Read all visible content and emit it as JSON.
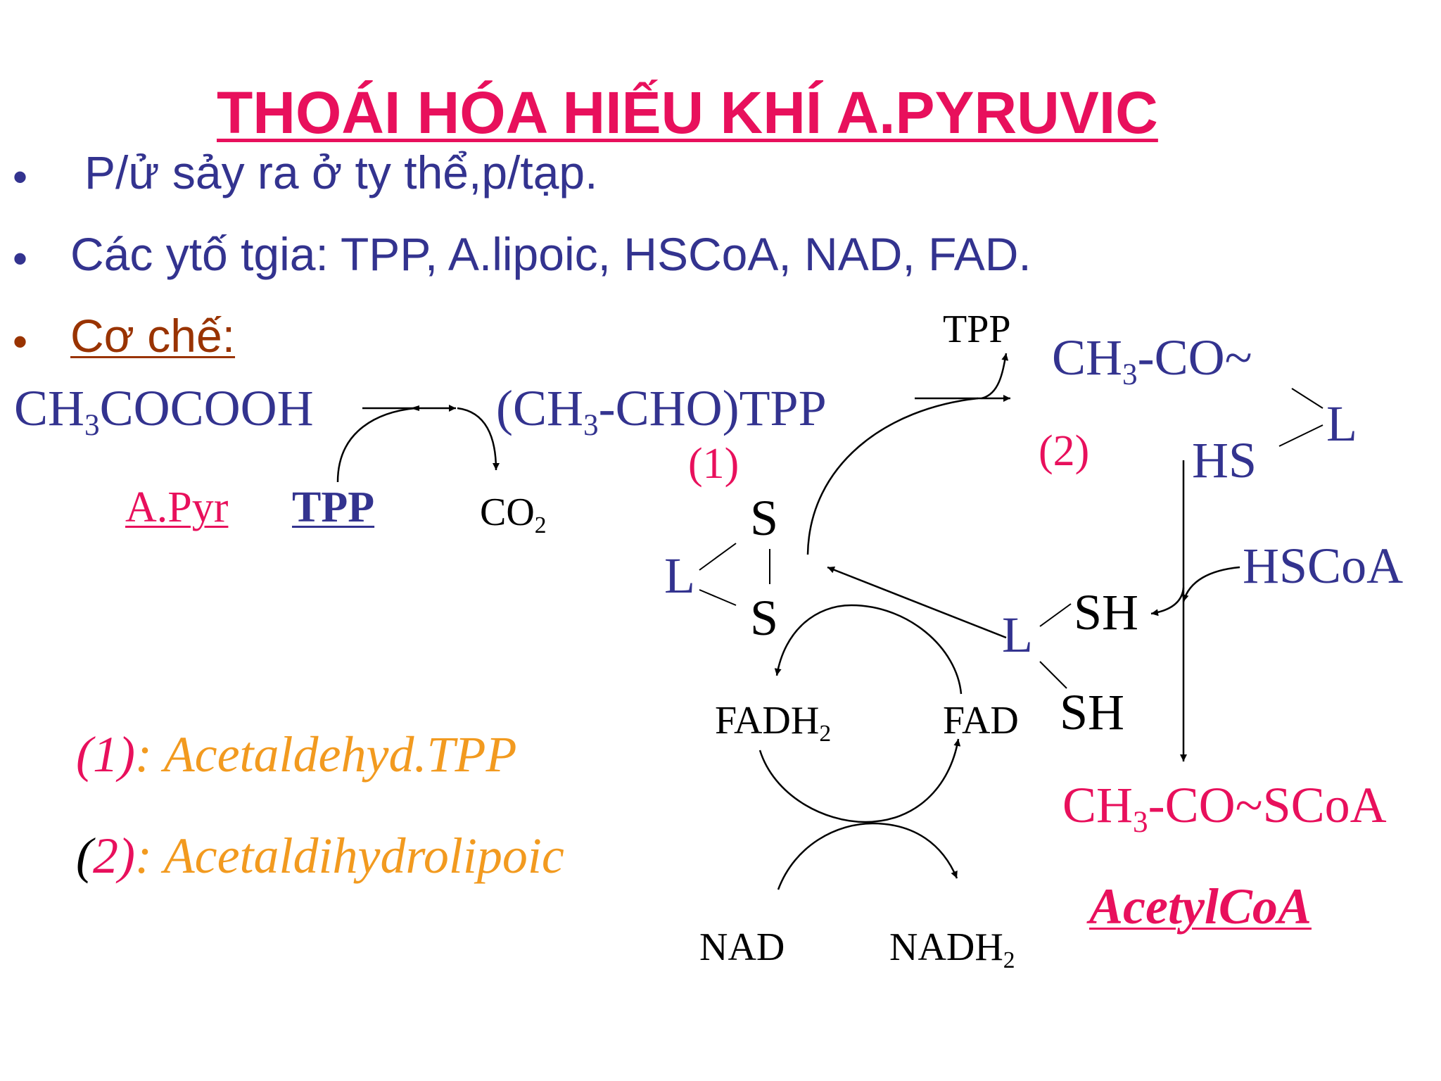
{
  "title": "THOÁI HÓA HIẾU KHÍ A.PYRUVIC",
  "bullets": {
    "b1": "P/ử sảy ra ở ty thể,p/tạp.",
    "b2": "Các ytố tgia: TPP, A.lipoic, HSCoA, NAD, FAD.",
    "b3": "Cơ chế:"
  },
  "bullet_mark": "•",
  "diagram": {
    "pyruvic": {
      "main": "CH",
      "sub": "3",
      "rest": "COCOOH"
    },
    "intermediate": {
      "pre": "(CH",
      "sub": "3",
      "rest": "-CHO)TPP"
    },
    "apyr": "A.Pyr",
    "tpp_in": "TPP",
    "co2": {
      "main": "CO",
      "sub": "2"
    },
    "tpp_out": "TPP",
    "acetyl_lipoyl": {
      "main": "CH",
      "sub": "3",
      "rest": "-CO~"
    },
    "l_top": "L",
    "hs_top": "HS",
    "marker1": "(1)",
    "marker2": "(2)",
    "s_top": "S",
    "s_bottom": "S",
    "l_disulfide": "L",
    "hscoa": "HSCoA",
    "l_reduced": "L",
    "sh_top": "SH",
    "sh_bottom": "SH",
    "fadh2": {
      "main": "FADH",
      "sub": "2"
    },
    "fad": "FAD",
    "nad": "NAD",
    "nadh2": {
      "main": "NADH",
      "sub": "2"
    },
    "acetylscoa": {
      "main": "CH",
      "sub": "3",
      "rest": "-CO~SCoA"
    },
    "acetylcoa_label": "AcetylCoA"
  },
  "legend": {
    "l1_num": "(1)",
    "l1_text": ": Acetaldehyd.TPP",
    "l2_open": "(",
    "l2_num": "2)",
    "l2_text": ": Acetaldihydrolipoic"
  },
  "colors": {
    "title": "#e8105c",
    "bullet_text": "#33338f",
    "chemical_blue": "#33338f",
    "highlight_pink": "#e8105c",
    "legend_orange": "#f29a1f",
    "heading_brown": "#993300"
  }
}
